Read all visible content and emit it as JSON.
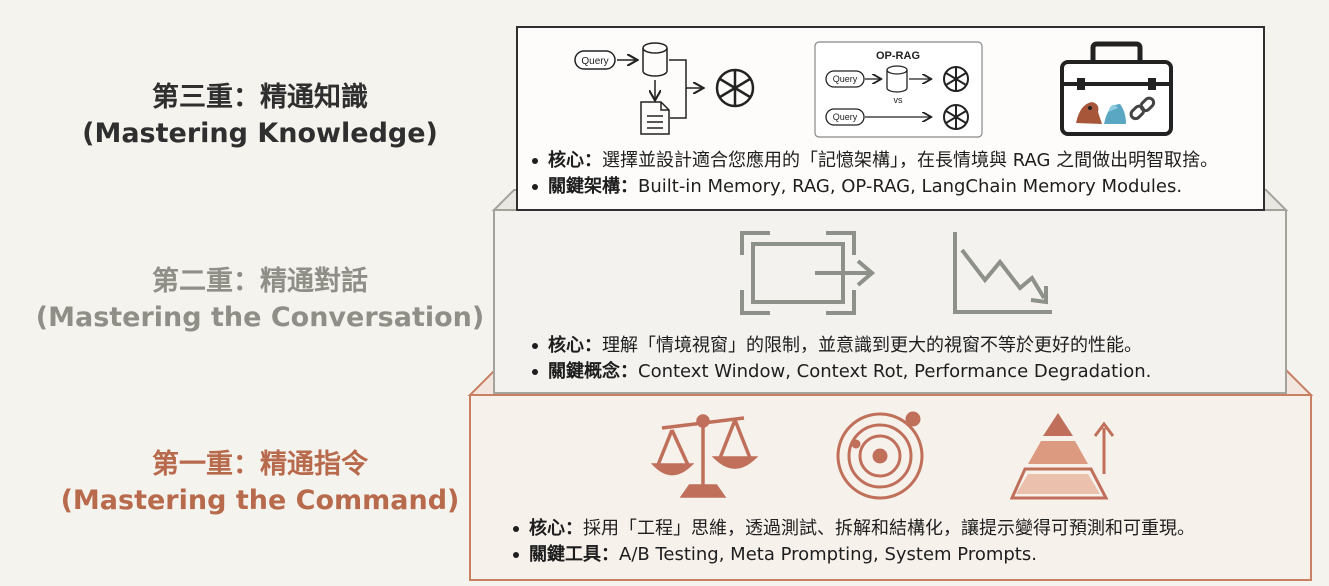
{
  "tiers": {
    "knowledge": {
      "title_zh": "第三重：精通知識",
      "title_en": "(Mastering Knowledge)",
      "core_key": "核心：",
      "core_text": "選擇並設計適合您應用的「記憶架構」，在長情境與 RAG 之間做出明智取捨。",
      "key_key": "關鍵架構：",
      "key_text": "Built-in Memory, RAG, OP-RAG, LangChain Memory Modules.",
      "diagram": {
        "query_label": "Query",
        "op_rag_title": "OP-RAG",
        "vs_label": "vs"
      },
      "color": "#2f2f2f",
      "icons": [
        "database-icon",
        "document-icon",
        "openai-logo-icon",
        "toolbox-icon",
        "parrot-icon",
        "chain-link-icon"
      ]
    },
    "conversation": {
      "title_zh": "第二重：精通對話",
      "title_en": "(Mastering the Conversation)",
      "core_key": "核心：",
      "core_text": "理解「情境視窗」的限制，並意識到更大的視窗不等於更好的性能。",
      "key_key": "關鍵概念：",
      "key_text": "Context Window, Context Rot, Performance Degradation.",
      "color": "#8f8f88",
      "icons": [
        "expanding-window-icon",
        "declining-chart-icon"
      ]
    },
    "command": {
      "title_zh": "第一重：精通指令",
      "title_en": "(Mastering the Command)",
      "core_key": "核心：",
      "core_text": "採用「工程」思維，透過測試、拆解和結構化，讓提示變得可預測和可重現。",
      "key_key": "關鍵工具：",
      "key_text": "A/B Testing, Meta Prompting, System Prompts.",
      "color": "#b86a4c",
      "icons": [
        "balance-scale-icon",
        "orbit-target-icon",
        "pyramid-up-arrow-icon"
      ]
    }
  }
}
